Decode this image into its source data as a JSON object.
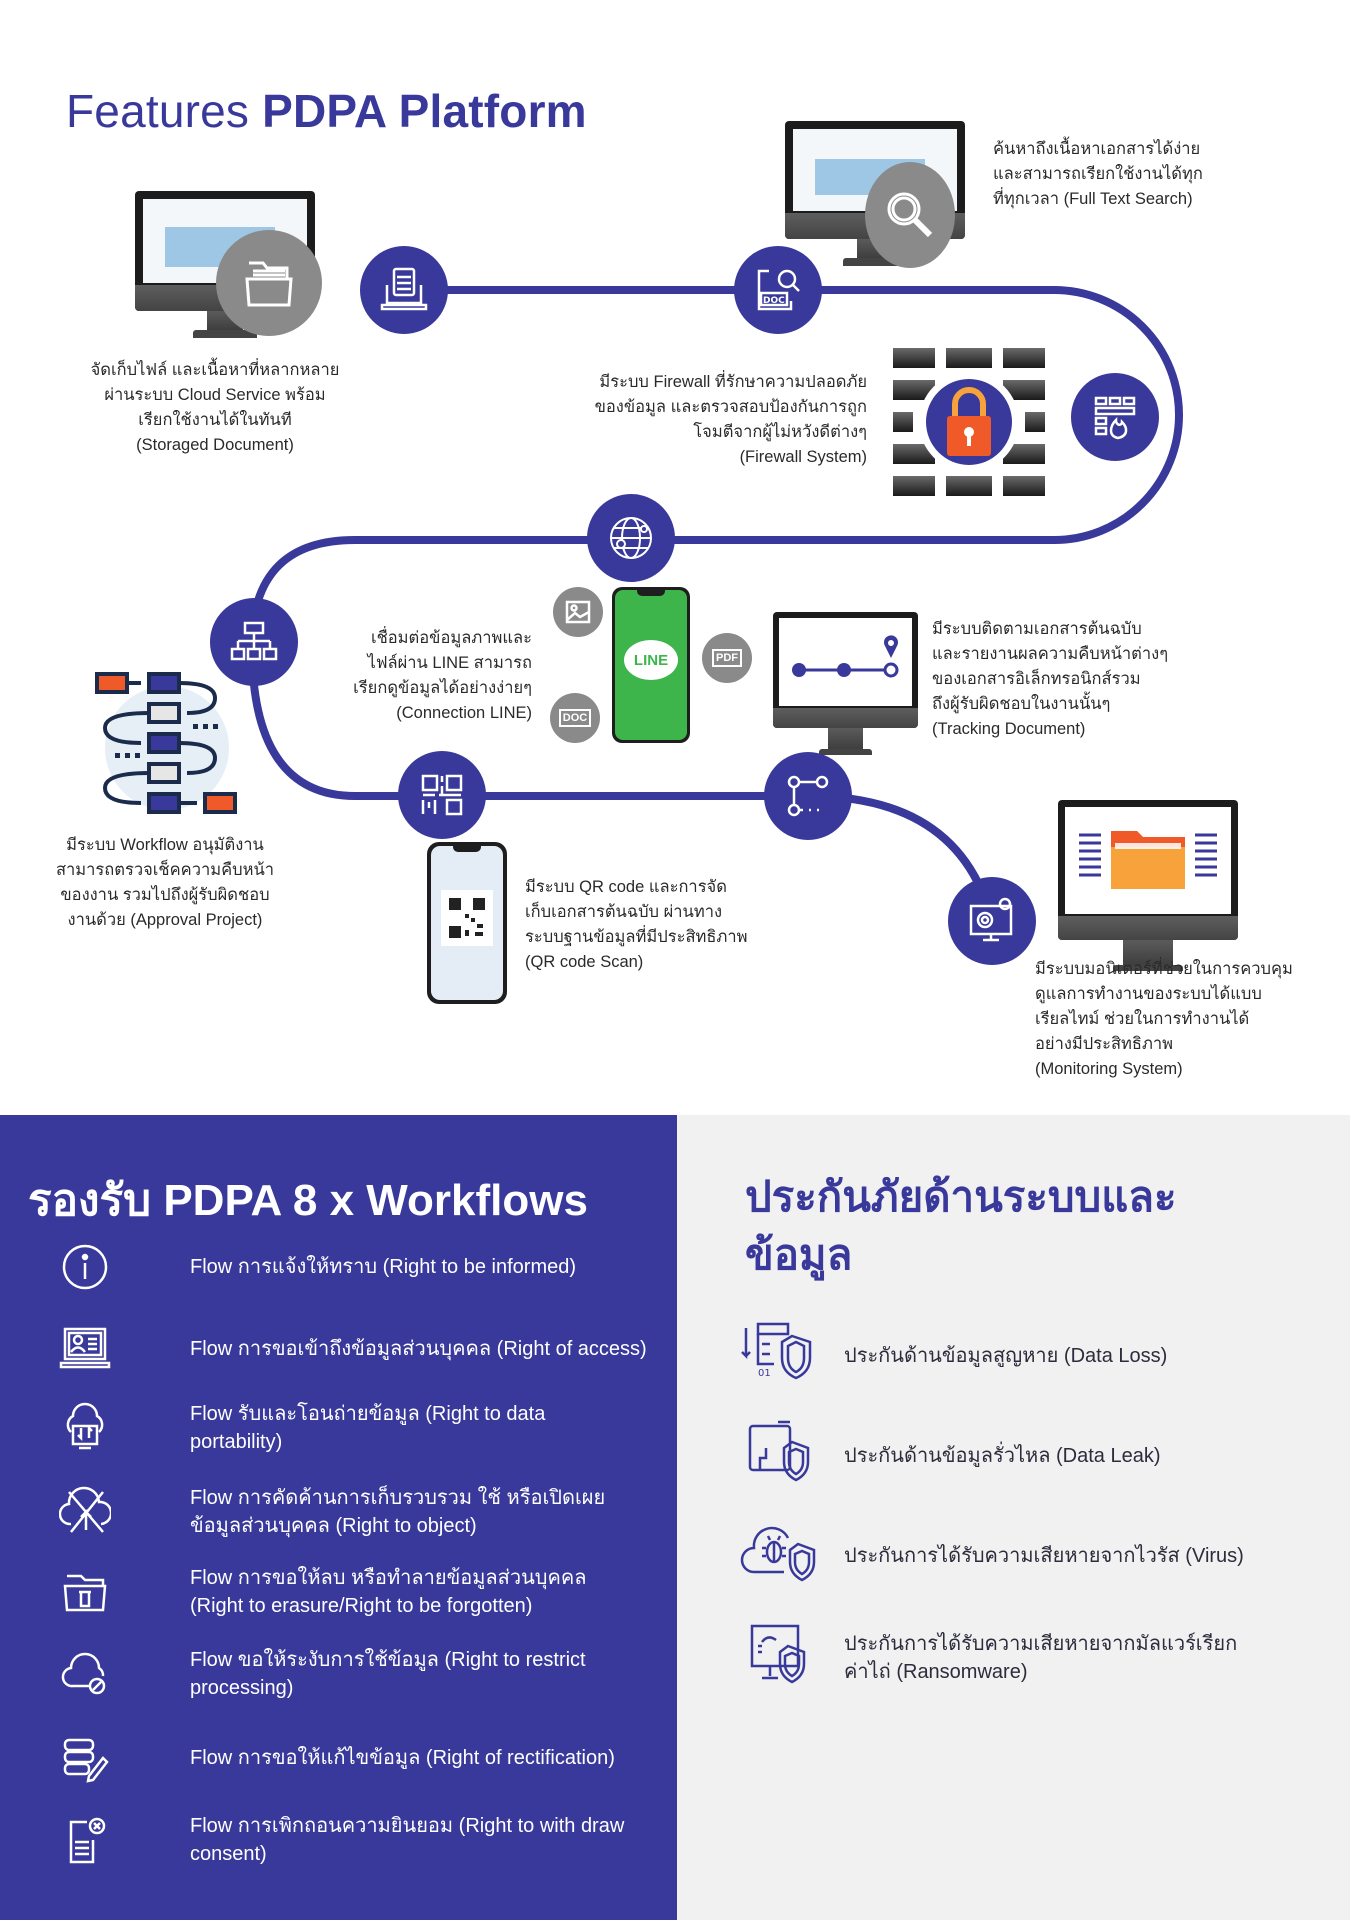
{
  "header": {
    "title_light": "Features",
    "title_bold": "PDPA Platform"
  },
  "colors": {
    "navy": "#38399a",
    "light_panel": "#f1f1f1",
    "accent_orange": "#f05a28",
    "line_green": "#3db54a",
    "icon_gray": "#8a8a8a"
  },
  "features": {
    "storage": {
      "icon": "folder-icon",
      "lines": [
        "จัดเก็บไฟล์ และเนื้อหาที่หลากหลาย",
        "ผ่านระบบ Cloud Service พร้อม",
        "เรียกใช้งานได้ในทันที",
        "(Storaged Document)"
      ]
    },
    "search": {
      "icon": "magnifier-icon",
      "lines": [
        "ค้นหาถึงเนื้อหาเอกสารได้ง่าย",
        "และสามารถเรียกใช้งานได้ทุก",
        "ที่ทุกเวลา (Full Text Search)"
      ]
    },
    "firewall": {
      "icon": "padlock-icon",
      "lines": [
        "มีระบบ Firewall ที่รักษาความปลอดภัย",
        "ของข้อมูล และตรวจสอบป้องกันการถูก",
        "โจมตีจากผู้ไม่หวังดีต่างๆ",
        "(Firewall System)"
      ]
    },
    "line": {
      "icon": "line-app-icon",
      "logo_text": "LINE",
      "bubbles": [
        "image-icon",
        "pdf-file-icon",
        "doc-file-icon"
      ],
      "bubble_labels": {
        "pdf": "PDF",
        "doc": "DOC"
      },
      "lines": [
        "เชื่อมต่อข้อมูลภาพและ",
        "ไฟล์ผ่าน LINE สามารถ",
        "เรียกดูข้อมูลได้อย่างง่ายๆ",
        "(Connection LINE)"
      ]
    },
    "tracking": {
      "icon": "route-tracking-icon",
      "lines": [
        "มีระบบติดตามเอกสารต้นฉบับ",
        "และรายงานผลความคืบหน้าต่างๆ",
        "ของเอกสารอิเล็กทรอนิกส์รวม",
        "ถึงผู้รับผิดชอบในงานนั้นๆ",
        "(Tracking Document)"
      ]
    },
    "workflow": {
      "icon": "workflow-diagram-icon",
      "lines": [
        "มีระบบ Workflow อนุมัติงาน",
        "สามารถตรวจเช็คความคืบหน้า",
        "ของงาน รวมไปถึงผู้รับผิดชอบ",
        "งานด้วย (Approval Project)"
      ]
    },
    "qr": {
      "icon": "qr-phone-icon",
      "lines": [
        "มีระบบ QR code และการจัด",
        "เก็บเอกสารต้นฉบับ ผ่านทาง",
        "ระบบฐานข้อมูลที่มีประสิทธิภาพ",
        "(QR code Scan)"
      ]
    },
    "monitoring": {
      "icon": "folder-monitor-icon",
      "lines": [
        "มีระบบมอนิเตอร์ที่ช่วยในการควบคุม",
        "ดูแลการทำงานของระบบได้แบบ",
        "เรียลไทม์ ช่วยในการทำงานได้",
        "อย่างมีประสิทธิภาพ",
        "(Monitoring System)"
      ]
    }
  },
  "path_nodes": [
    {
      "id": "laptop-doc",
      "icon": "laptop-document-icon"
    },
    {
      "id": "doc-search",
      "icon": "doc-search-icon",
      "label": "DOC"
    },
    {
      "id": "firewall",
      "icon": "firewall-flame-icon"
    },
    {
      "id": "globe",
      "icon": "globe-network-icon"
    },
    {
      "id": "org-chart",
      "icon": "org-chart-icon"
    },
    {
      "id": "qr",
      "icon": "qr-code-icon"
    },
    {
      "id": "tracking",
      "icon": "node-path-icon"
    },
    {
      "id": "monitor-gear",
      "icon": "monitor-gear-icon"
    }
  ],
  "workflows": {
    "title": "รองรับ PDPA 8 x Workflows",
    "items": [
      {
        "icon": "info-icon",
        "lines": [
          "Flow การแจ้งให้ทราบ (Right to be informed)"
        ]
      },
      {
        "icon": "laptop-profile-icon",
        "lines": [
          "Flow การขอเข้าถึงข้อมูลส่วนบุคคล (Right of access)"
        ]
      },
      {
        "icon": "cloud-transfer-icon",
        "lines": [
          "Flow รับและโอนถ่ายข้อมูล (Right to data",
          "portability)"
        ]
      },
      {
        "icon": "cloud-cross-icon",
        "lines": [
          "Flow การคัดค้านการเก็บรวบรวม ใช้ หรือเปิดเผย",
          "ข้อมูลส่วนบุคคล (Right to object)"
        ]
      },
      {
        "icon": "folder-trash-icon",
        "lines": [
          "Flow การขอให้ลบ หรือทำลายข้อมูลส่วนบุคคล",
          "(Right to erasure/Right to be forgotten)"
        ]
      },
      {
        "icon": "cloud-block-icon",
        "lines": [
          "Flow ขอให้ระงับการใช้ข้อมูล (Right to restrict",
          "processing)"
        ]
      },
      {
        "icon": "database-edit-icon",
        "lines": [
          "Flow การขอให้แก้ไขข้อมูล (Right of rectification)"
        ]
      },
      {
        "icon": "document-cancel-icon",
        "lines": [
          "Flow การเพิกถอนความยินยอม (Right to with draw",
          "consent)"
        ]
      }
    ]
  },
  "insurance": {
    "title_lines": [
      "ประกันภัยด้านระบบและ",
      "ข้อมูล"
    ],
    "items": [
      {
        "icon": "server-shield-icon",
        "lines": [
          "ประกันด้านข้อมูลสูญหาย (Data Loss)"
        ]
      },
      {
        "icon": "device-shield-icon",
        "lines": [
          "ประกันด้านข้อมูลรั่วไหล (Data Leak)"
        ]
      },
      {
        "icon": "cloud-bug-shield-icon",
        "lines": [
          "ประกันการได้รับความเสียหายจากไวรัส (Virus)"
        ]
      },
      {
        "icon": "monitor-shield-icon",
        "lines": [
          "ประกันการได้รับความเสียหายจากมัลแวร์เรียก",
          "ค่าไถ่ (Ransomware)"
        ]
      }
    ]
  }
}
